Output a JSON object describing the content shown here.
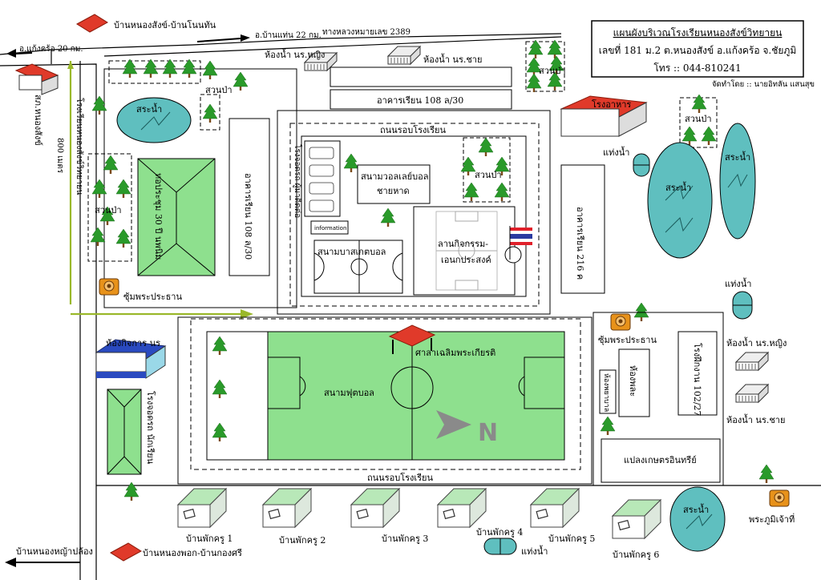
{
  "info_box": {
    "line1": "แผนผังบริเวณโรงเรียนหนองสังข์วิทยายน",
    "line2": "เลขที่ 181 ม.2 ต.หนองสังข์ อ.แก้งคร้อ จ.ชัยภูมิ",
    "line3": "โทร :: 044-810241",
    "author": "จัดทำโดย :: นายอิทลัน แสนสุข"
  },
  "roads": {
    "top_village": "บ้านหนองสังข์-บ้านโนนทัน",
    "to_ban_phaen": "อ.บ้านแท่น 22 กม.",
    "highway": "ทางหลวงหมายเลข 2389",
    "to_kaeng_khro": "อ.แก้งคร้อ 20 กม.",
    "police_box": "สภ.หนองสังข์",
    "distance": "800 เมตร",
    "bottom_left": "บ้านหนองหญ้าปล้อง",
    "bottom_village": "บ้านหนองพอก-บ้านกองศรี",
    "ring_road_top": "ถนนรอบโรงเรียน",
    "ring_road_bottom": "ถนนรอบโรงเรียน"
  },
  "labels": {
    "toilet_female_top": "ห้องน้ำ นร.หญิง",
    "toilet_male_top": "ห้องน้ำ นร.ชาย",
    "building_108_top": "อาคารเรียน 108 ล/30",
    "cafeteria": "โรงอาหาร",
    "garden": "สวนป่า",
    "pond": "สระน้ำ",
    "water_tank": "แท่งน้ำ",
    "auditorium": "หอประชุม 30 ปี นพนิม",
    "building_108_side": "อาคารเรียน 108 ล/30",
    "parking": "โรงจอดรถ ผู้มาติดต่อ",
    "information": "information",
    "beach_volleyball_1": "สนามวอลเลย์บอล",
    "beach_volleyball_2": "ชายหาด",
    "basketball": "สนามบาสเกตบอล",
    "multipurpose_1": "ลานกิจกรรม-",
    "multipurpose_2": "เอนกประสงค์",
    "building_216": "อาคารเรียน 216 ค",
    "shrine_left": "ซุ้มพระประธาน",
    "shrine_right": "ซุ้มพระประธาน",
    "activity_room": "ห้องกิจการ นร",
    "pavilion": "ศาลาเฉลิมพระเกียรติ",
    "football": "สนามฟุตบอล",
    "north": "N",
    "school_name_vertical": "โรงเรียนหนองสังข์วิทยายน",
    "toilet_female_right": "ห้องน้ำ นร.หญิง",
    "toilet_male_right": "ห้องน้ำ นร.ชาย",
    "workshop": "โรงฝึกงาน 102/27",
    "room": "ห้องพละ",
    "small_room": "ห้องพยาบาล",
    "student_parking": "โรงจอดรถ นักเรียน",
    "farm": "แปลงเกษตรอินทรีย์",
    "guardian_shrine": "พระภูมิเจ้าที่",
    "house1": "บ้านพักครู 1",
    "house2": "บ้านพักครู 2",
    "house3": "บ้านพักครู 3",
    "house4": "บ้านพักครู 4",
    "house5": "บ้านพักครู 5",
    "house6": "บ้านพักครู 6",
    "water_tank_bottom": "แท่งน้ำ"
  },
  "colors": {
    "pond": "#5fbfbf",
    "field": "#8ee08e",
    "roof_red": "#e03a2a",
    "path": "#9ab82a",
    "tree": "#2a9a2a",
    "trunk": "#7a4a1a",
    "shrine": "#e8921a",
    "north": "#8a8a8a",
    "flag_red": "#e0202a",
    "flag_blue": "#2a3aa0"
  }
}
